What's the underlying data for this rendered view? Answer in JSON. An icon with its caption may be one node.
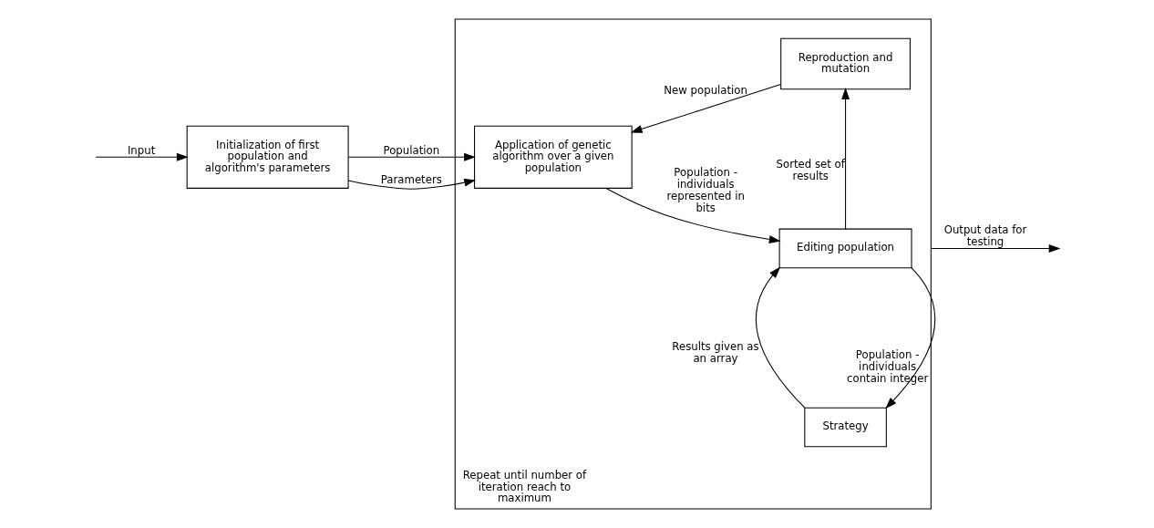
{
  "diagram": {
    "nodes": [
      {
        "text": [
          "Repeat until number of iteration reach to maximum"
        ]
      },
      {
        "text": [
          "Initialization of first population and algorithm's parameters"
        ]
      },
      {
        "text": [
          "Application of genetic algorithm over a given population"
        ],
        "in": 0
      },
      {
        "text": [
          "Editing population"
        ],
        "in": 0
      },
      {
        "text": [
          "Reproduction and mutation"
        ],
        "in": 0
      },
      {
        "text": [
          "Strategy"
        ],
        "in": 0
      }
    ],
    "edges": [
      {
        "from": null,
        "to": 1,
        "arrow": "to",
        "label": "Input"
      },
      {
        "from": 1,
        "to": 2,
        "arrow": "to",
        "label": "Population"
      },
      {
        "from": 1,
        "to": 2,
        "arrow": "to",
        "label": "Parameters"
      },
      {
        "from": 2,
        "to": 3,
        "arrow": "to",
        "label": "Population - individuals represented in bits"
      },
      {
        "from": 3,
        "to": 4,
        "arrow": "to",
        "label": "Sorted set of results"
      },
      {
        "from": 4,
        "to": 2,
        "arrow": "to",
        "label": "New population"
      },
      {
        "from": 3,
        "to": 5,
        "arrow": "to",
        "label": "Population - individuals contain integer"
      },
      {
        "from": 5,
        "to": 3,
        "arrow": "to",
        "label": "Results given as an array"
      },
      {
        "from": 0,
        "to": null,
        "arrow": "to",
        "label": "Output data for testing"
      }
    ]
  }
}
